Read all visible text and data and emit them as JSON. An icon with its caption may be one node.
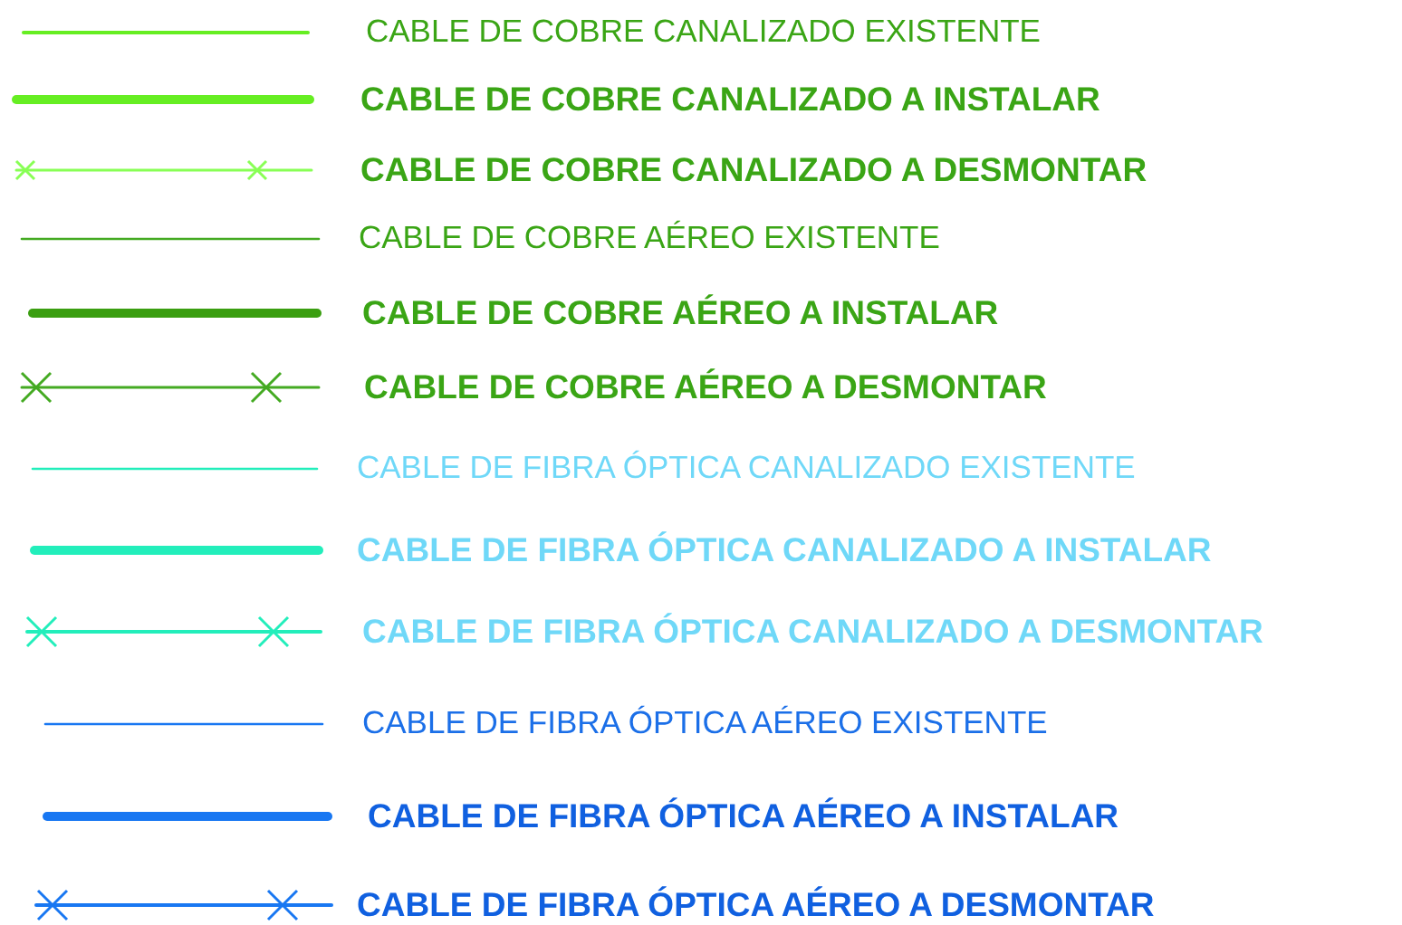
{
  "diagram": {
    "legend": [
      {
        "text": "CABLE DE COBRE CANALIZADO EXISTENTE"
      },
      {
        "text": "CABLE DE COBRE CANALIZADO A INSTALAR"
      },
      {
        "text": "CABLE DE COBRE CANALIZADO A DESMONTAR"
      },
      {
        "text": "CABLE DE COBRE AÉREO EXISTENTE"
      },
      {
        "text": "CABLE DE COBRE AÉREO A INSTALAR"
      },
      {
        "text": "CABLE DE COBRE AÉREO A DESMONTAR"
      },
      {
        "text": "CABLE DE FIBRA ÓPTICA CANALIZADO EXISTENTE"
      },
      {
        "text": "CABLE DE FIBRA ÓPTICA CANALIZADO A INSTALAR"
      },
      {
        "text": "CABLE DE FIBRA ÓPTICA CANALIZADO A DESMONTAR"
      },
      {
        "text": "CABLE DE FIBRA ÓPTICA AÉREO EXISTENTE"
      },
      {
        "text": "CABLE DE FIBRA ÓPTICA AÉREO A INSTALAR"
      },
      {
        "text": "CABLE DE FIBRA ÓPTICA AÉREO A DESMONTAR"
      }
    ]
  }
}
